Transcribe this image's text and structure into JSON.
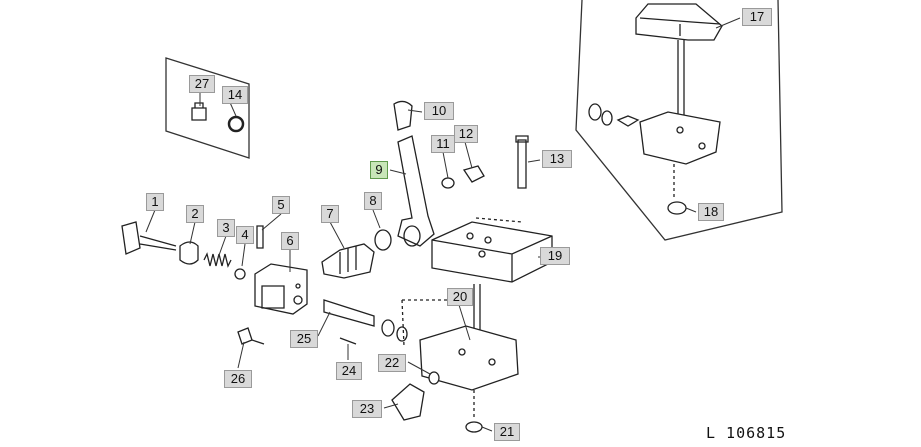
{
  "figure": {
    "reference": "L 106815",
    "highlighted_callout": "9",
    "highlight_color": "#c8e6b8",
    "callout_color": "#d9d9d9",
    "callouts": [
      {
        "id": "c1",
        "label": "1"
      },
      {
        "id": "c2",
        "label": "2"
      },
      {
        "id": "c3",
        "label": "3"
      },
      {
        "id": "c4",
        "label": "4"
      },
      {
        "id": "c5",
        "label": "5"
      },
      {
        "id": "c6",
        "label": "6"
      },
      {
        "id": "c7",
        "label": "7"
      },
      {
        "id": "c8",
        "label": "8"
      },
      {
        "id": "c9",
        "label": "9"
      },
      {
        "id": "c10",
        "label": "10"
      },
      {
        "id": "c11",
        "label": "11"
      },
      {
        "id": "c12",
        "label": "12"
      },
      {
        "id": "c13",
        "label": "13"
      },
      {
        "id": "c14",
        "label": "14"
      },
      {
        "id": "c17",
        "label": "17"
      },
      {
        "id": "c18",
        "label": "18"
      },
      {
        "id": "c19",
        "label": "19"
      },
      {
        "id": "c20",
        "label": "20"
      },
      {
        "id": "c21",
        "label": "21"
      },
      {
        "id": "c22",
        "label": "22"
      },
      {
        "id": "c23",
        "label": "23"
      },
      {
        "id": "c24",
        "label": "24"
      },
      {
        "id": "c25",
        "label": "25"
      },
      {
        "id": "c26",
        "label": "26"
      },
      {
        "id": "c27",
        "label": "27"
      }
    ]
  }
}
